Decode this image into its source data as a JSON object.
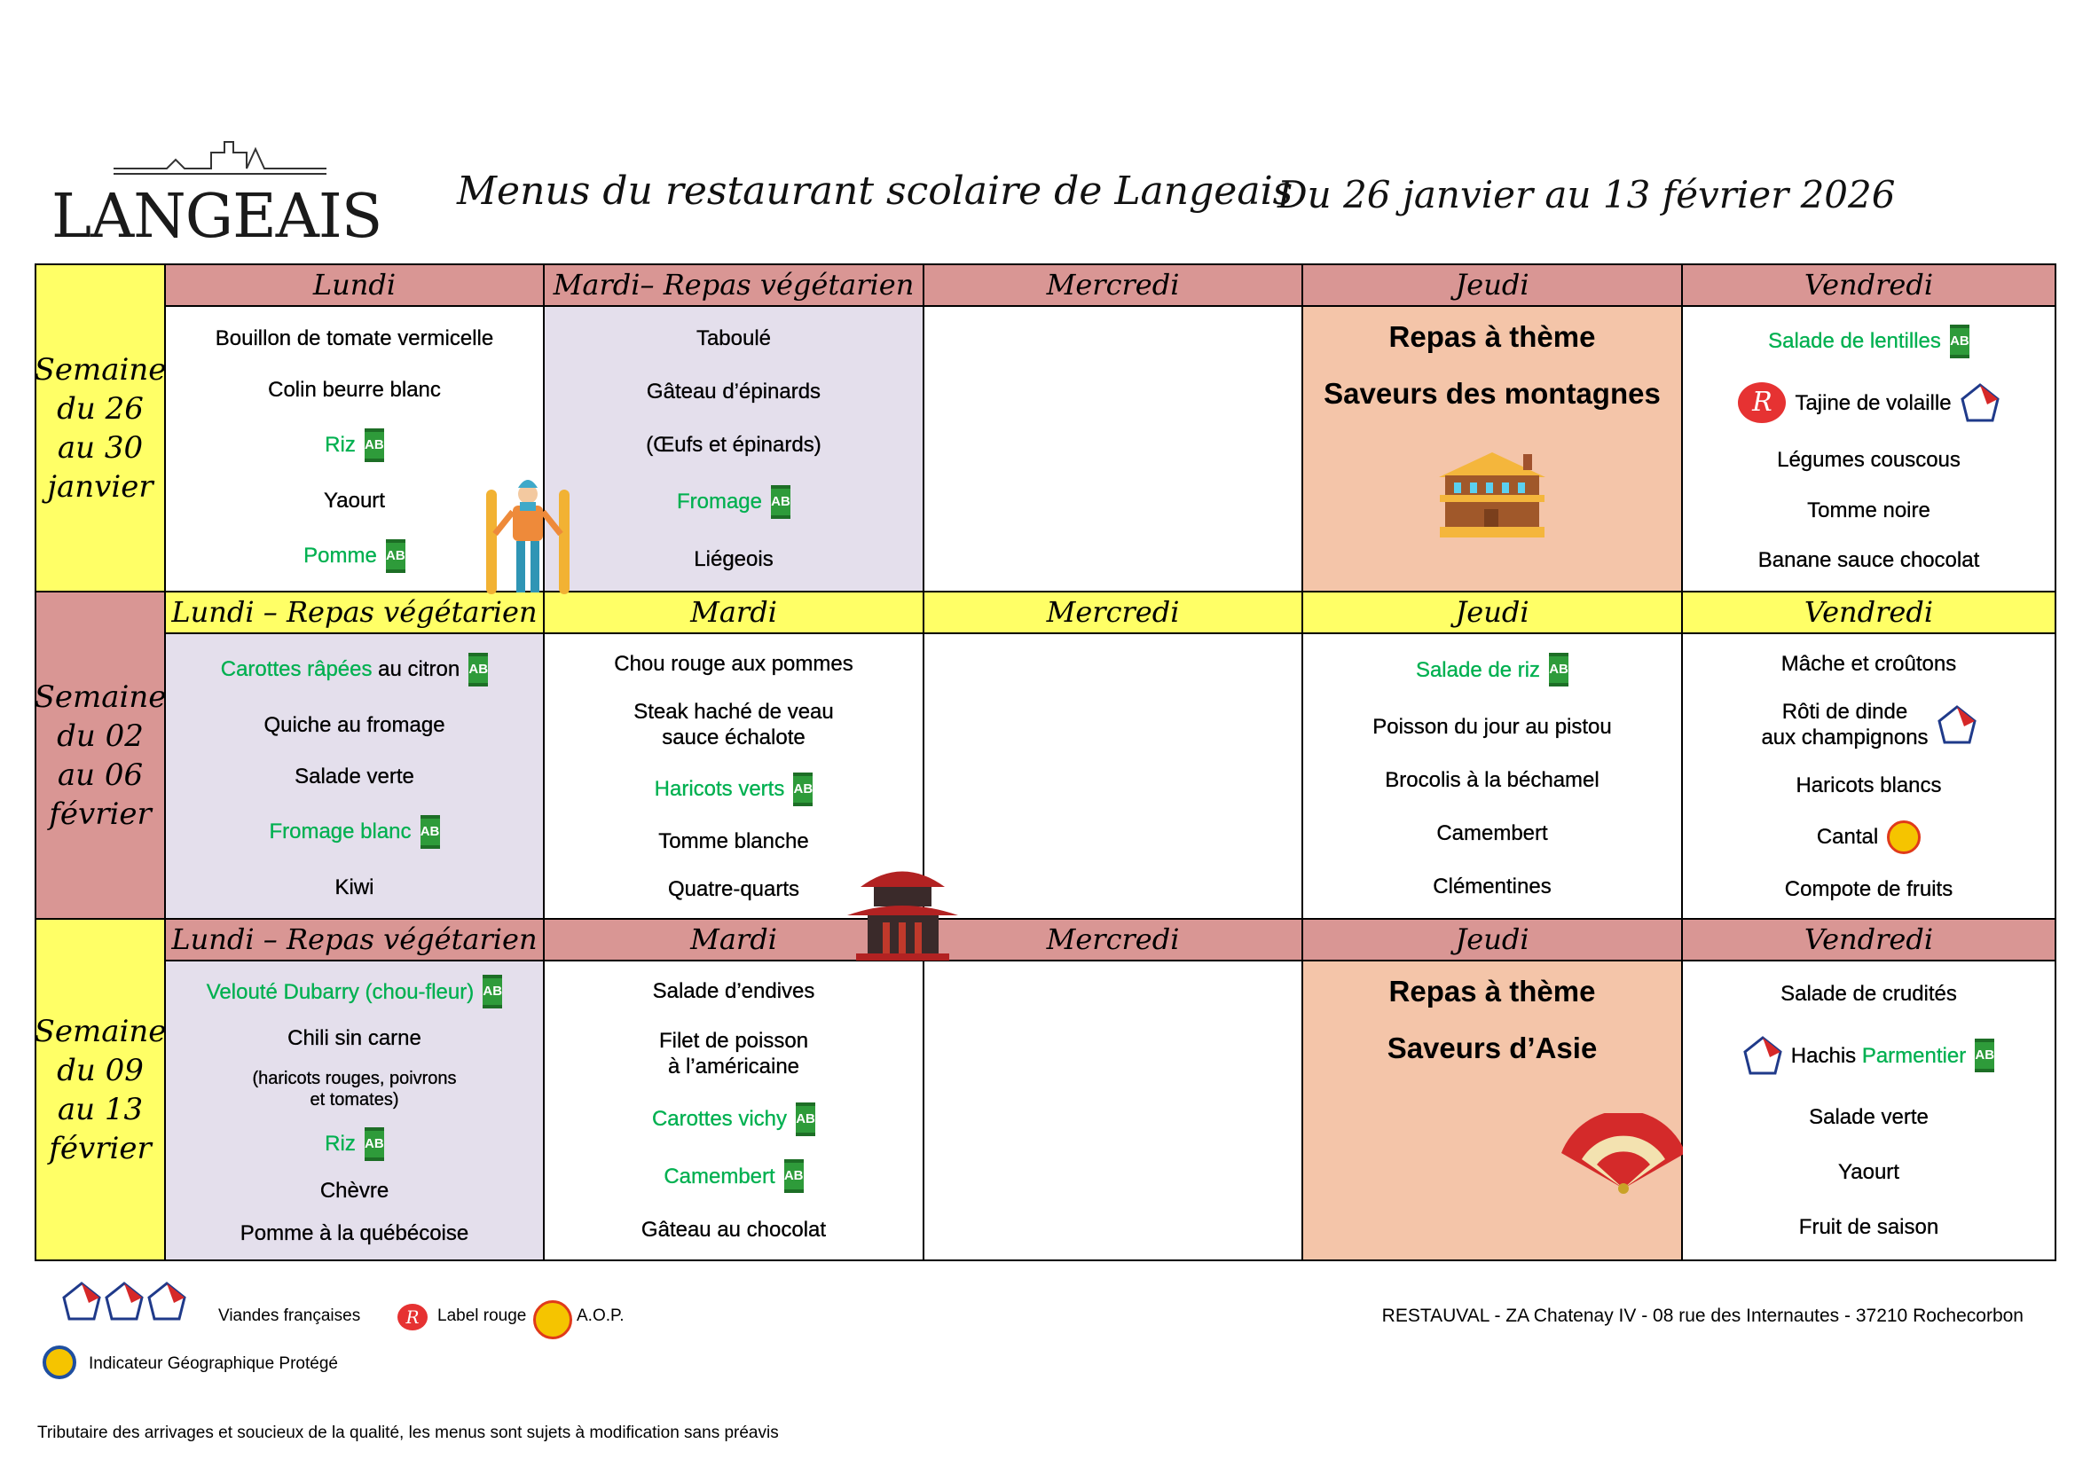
{
  "header": {
    "logo_text": "LANGEAIS",
    "title": "Menus du restaurant scolaire de Langeais",
    "dates": "Du 26 janvier au 13 février 2026"
  },
  "colors": {
    "pink": "#d99694",
    "yellow": "#ffff66",
    "lavender": "#e4dfec",
    "peach": "#f4c5a9",
    "white": "#ffffff",
    "bio_green": "#00b050"
  },
  "weeks": [
    {
      "label": "Semaine\ndu 26\nau 30\njanvier",
      "label_bg": "yellow",
      "header_bg": "pink",
      "days": [
        {
          "header": "Lundi",
          "bg": "white",
          "items": [
            {
              "parts": [
                {
                  "t": "Bouillon de tomate vermicelle"
                }
              ]
            },
            {
              "parts": [
                {
                  "t": "Colin beurre blanc"
                }
              ]
            },
            {
              "parts": [
                {
                  "t": "Riz",
                  "g": true
                }
              ],
              "after": [
                "ab-bio-icon"
              ]
            },
            {
              "parts": [
                {
                  "t": "Yaourt"
                }
              ]
            },
            {
              "parts": [
                {
                  "t": "Pomme",
                  "g": true
                }
              ],
              "after": [
                "ab-bio-icon"
              ]
            }
          ]
        },
        {
          "header": "Mardi– Repas végétarien",
          "bg": "lavender",
          "items": [
            {
              "parts": [
                {
                  "t": "Taboulé"
                }
              ]
            },
            {
              "parts": [
                {
                  "t": "Gâteau d’épinards"
                }
              ]
            },
            {
              "parts": [
                {
                  "t": "(Œufs et épinards)"
                }
              ]
            },
            {
              "parts": [
                {
                  "t": "Fromage",
                  "g": true
                }
              ],
              "after": [
                "ab-bio-icon"
              ]
            },
            {
              "parts": [
                {
                  "t": "Liégeois"
                }
              ]
            }
          ]
        },
        {
          "header": "Mercredi",
          "bg": "white",
          "items": []
        },
        {
          "header": "Jeudi",
          "bg": "peach",
          "theme": true,
          "items": [
            {
              "parts": [
                {
                  "t": "Repas à thème"
                }
              ]
            },
            {
              "parts": [
                {
                  "t": "Saveurs des montagnes"
                }
              ]
            }
          ],
          "decor": "chalet-icon"
        },
        {
          "header": "Vendredi",
          "bg": "white",
          "items": [
            {
              "parts": [
                {
                  "t": "Salade de lentilles",
                  "g": true
                }
              ],
              "after": [
                "ab-bio-icon"
              ]
            },
            {
              "parts": [
                {
                  "t": "Tajine de volaille"
                }
              ],
              "before": [
                "label-rouge-icon"
              ],
              "after": [
                "volaille-francaise-icon"
              ]
            },
            {
              "parts": [
                {
                  "t": "Légumes couscous"
                }
              ]
            },
            {
              "parts": [
                {
                  "t": "Tomme noire"
                }
              ]
            },
            {
              "parts": [
                {
                  "t": "Banane sauce chocolat"
                }
              ]
            }
          ]
        }
      ]
    },
    {
      "label": "Semaine\ndu 02\nau 06\nfévrier",
      "label_bg": "pink",
      "header_bg": "yellow",
      "days": [
        {
          "header": "Lundi – Repas végétarien",
          "bg": "lavender",
          "items": [
            {
              "parts": [
                {
                  "t": "Carottes râpées",
                  "g": true
                },
                {
                  "t": " au citron"
                }
              ],
              "after": [
                "ab-bio-icon"
              ]
            },
            {
              "parts": [
                {
                  "t": "Quiche au fromage"
                }
              ]
            },
            {
              "parts": [
                {
                  "t": "Salade verte"
                }
              ]
            },
            {
              "parts": [
                {
                  "t": "Fromage blanc",
                  "g": true
                }
              ],
              "after": [
                "ab-bio-icon"
              ]
            },
            {
              "parts": [
                {
                  "t": "Kiwi"
                }
              ]
            }
          ]
        },
        {
          "header": "Mardi",
          "bg": "white",
          "items": [
            {
              "parts": [
                {
                  "t": "Chou rouge aux pommes"
                }
              ]
            },
            {
              "parts": [
                {
                  "t": "Steak haché de veau\nsauce échalote"
                }
              ]
            },
            {
              "parts": [
                {
                  "t": "Haricots verts",
                  "g": true
                }
              ],
              "after": [
                "ab-bio-icon"
              ]
            },
            {
              "parts": [
                {
                  "t": "Tomme blanche"
                }
              ]
            },
            {
              "parts": [
                {
                  "t": "Quatre-quarts"
                }
              ]
            }
          ]
        },
        {
          "header": "Mercredi",
          "bg": "white",
          "items": []
        },
        {
          "header": "Jeudi",
          "bg": "white",
          "items": [
            {
              "parts": [
                {
                  "t": "Salade de riz",
                  "g": true
                }
              ],
              "after": [
                "ab-bio-icon"
              ]
            },
            {
              "parts": [
                {
                  "t": "Poisson du jour au pistou"
                }
              ]
            },
            {
              "parts": [
                {
                  "t": "Brocolis à la béchamel"
                }
              ]
            },
            {
              "parts": [
                {
                  "t": "Camembert"
                }
              ]
            },
            {
              "parts": [
                {
                  "t": "Clémentines"
                }
              ]
            }
          ]
        },
        {
          "header": "Vendredi",
          "bg": "white",
          "items": [
            {
              "parts": [
                {
                  "t": "Mâche et croûtons"
                }
              ]
            },
            {
              "parts": [
                {
                  "t": "Rôti de dinde\naux champignons"
                }
              ],
              "after": [
                "volaille-francaise-icon"
              ]
            },
            {
              "parts": [
                {
                  "t": "Haricots blancs"
                }
              ]
            },
            {
              "parts": [
                {
                  "t": "Cantal"
                }
              ],
              "after": [
                "aop-icon"
              ]
            },
            {
              "parts": [
                {
                  "t": "Compote de fruits"
                }
              ]
            }
          ]
        }
      ]
    },
    {
      "label": "Semaine\ndu 09\nau 13\nfévrier",
      "label_bg": "yellow",
      "header_bg": "pink",
      "days": [
        {
          "header": "Lundi – Repas végétarien",
          "bg": "lavender",
          "items": [
            {
              "parts": [
                {
                  "t": "Velouté Dubarry (chou-fleur)",
                  "g": true
                }
              ],
              "after": [
                "ab-bio-icon"
              ]
            },
            {
              "parts": [
                {
                  "t": "Chili sin carne"
                }
              ]
            },
            {
              "parts": [
                {
                  "t": "(haricots rouges, poivrons\net tomates)"
                }
              ],
              "small": true
            },
            {
              "parts": [
                {
                  "t": "Riz",
                  "g": true
                }
              ],
              "after": [
                "ab-bio-icon"
              ]
            },
            {
              "parts": [
                {
                  "t": "Chèvre"
                }
              ]
            },
            {
              "parts": [
                {
                  "t": "Pomme à la québécoise"
                }
              ]
            }
          ]
        },
        {
          "header": "Mardi",
          "bg": "white",
          "items": [
            {
              "parts": [
                {
                  "t": "Salade d’endives"
                }
              ]
            },
            {
              "parts": [
                {
                  "t": "Filet de poisson\nà l’américaine"
                }
              ]
            },
            {
              "parts": [
                {
                  "t": "Carottes vichy",
                  "g": true
                }
              ],
              "after": [
                "ab-bio-icon"
              ]
            },
            {
              "parts": [
                {
                  "t": "Camembert",
                  "g": true
                }
              ],
              "after": [
                "ab-bio-icon"
              ]
            },
            {
              "parts": [
                {
                  "t": "Gâteau au chocolat"
                }
              ]
            }
          ]
        },
        {
          "header": "Mercredi",
          "bg": "white",
          "items": []
        },
        {
          "header": "Jeudi",
          "bg": "peach",
          "theme": true,
          "items": [
            {
              "parts": [
                {
                  "t": "Repas à thème"
                }
              ]
            },
            {
              "parts": [
                {
                  "t": "Saveurs d’Asie"
                }
              ]
            }
          ],
          "decor": "fan-icon"
        },
        {
          "header": "Vendredi",
          "bg": "white",
          "items": [
            {
              "parts": [
                {
                  "t": "Salade de crudités"
                }
              ]
            },
            {
              "parts": [
                {
                  "t": "Hachis "
                },
                {
                  "t": "Parmentier",
                  "g": true
                }
              ],
              "before": [
                "volaille-francaise-icon"
              ],
              "after": [
                "ab-bio-icon"
              ]
            },
            {
              "parts": [
                {
                  "t": "Salade verte"
                }
              ]
            },
            {
              "parts": [
                {
                  "t": "Yaourt"
                }
              ]
            },
            {
              "parts": [
                {
                  "t": "Fruit de saison"
                }
              ]
            }
          ]
        }
      ]
    }
  ],
  "legend": {
    "viandes": "Viandes françaises",
    "label_rouge": "Label rouge",
    "aop": "A.O.P.",
    "igp": "Indicateur Géographique Protégé"
  },
  "footer": {
    "address": "RESTAUVAL - ZA Chatenay IV - 08 rue des Internautes - 37210 Rochecorbon",
    "disclaimer": "Tributaire des arrivages et soucieux de la qualité, les menus sont sujets à modification sans préavis"
  }
}
